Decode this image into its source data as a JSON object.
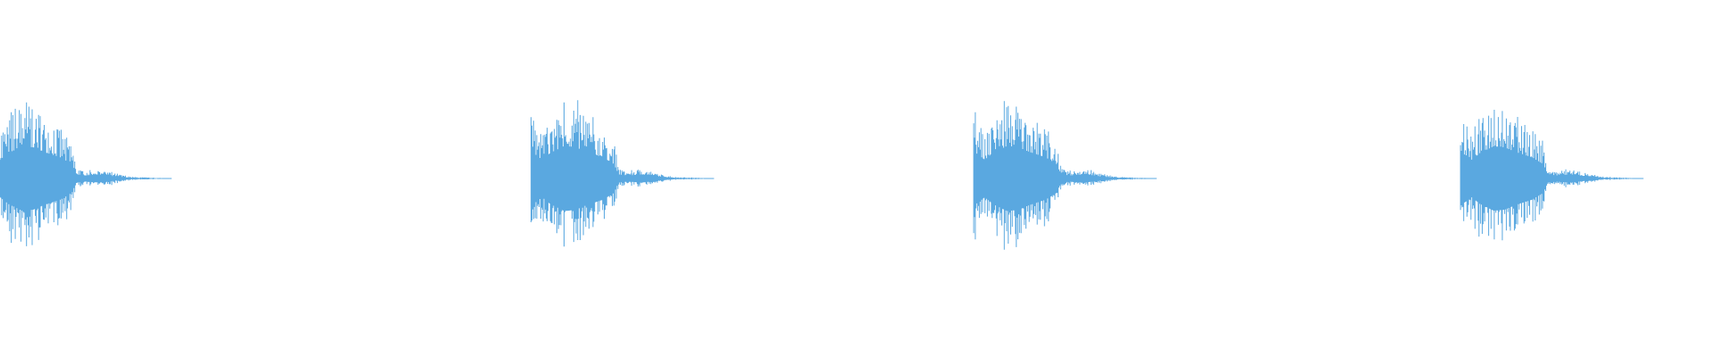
{
  "waveform": {
    "color": "#5aa8e0",
    "background": "#ffffff",
    "timeline": {
      "clip_length_s": 3.1,
      "sample_rate_hint": "audio",
      "hits": [
        {
          "start_s": -0.02,
          "peak_amplitude": 0.98
        },
        {
          "start_s": 0.96,
          "peak_amplitude": 0.99
        },
        {
          "start_s": 1.76,
          "peak_amplitude": 0.99
        },
        {
          "start_s": 2.64,
          "peak_amplitude": 0.98
        }
      ],
      "envelope": [
        {
          "t": 0.0,
          "amp": 0.8
        },
        {
          "t": 0.02,
          "amp": 0.55
        },
        {
          "t": 0.035,
          "amp": 0.75
        },
        {
          "t": 0.06,
          "amp": 0.95
        },
        {
          "t": 0.08,
          "amp": 0.92
        },
        {
          "t": 0.1,
          "amp": 0.78
        },
        {
          "t": 0.13,
          "amp": 0.62
        },
        {
          "t": 0.15,
          "amp": 0.42
        },
        {
          "t": 0.158,
          "amp": 0.12
        },
        {
          "t": 0.175,
          "amp": 0.09
        },
        {
          "t": 0.2,
          "amp": 0.12
        },
        {
          "t": 0.23,
          "amp": 0.06
        },
        {
          "t": 0.26,
          "amp": 0.02
        },
        {
          "t": 0.3,
          "amp": 0.01
        },
        {
          "t": 0.33,
          "amp": 0.0
        }
      ]
    }
  }
}
